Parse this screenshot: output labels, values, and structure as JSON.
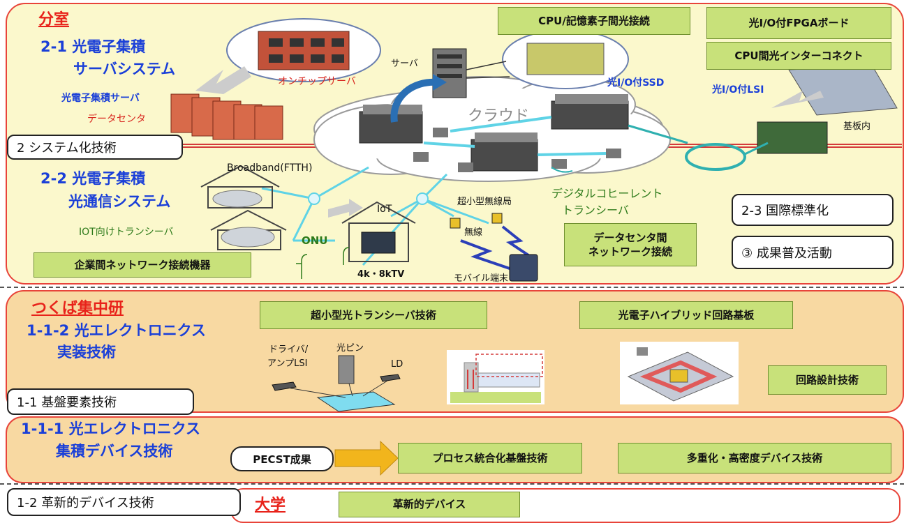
{
  "units": {
    "branch_title": "分室",
    "center_title": "つくば集中研",
    "univ_title": "大学"
  },
  "topics": {
    "t2_1_line1": "2-1  光電子集積",
    "t2_1_line2": "サーバシステム",
    "t2_2_line1": "2-2  光電子集積",
    "t2_2_line2": "光通信システム",
    "t1_1_2_line1": "1-1-2  光エレクトロニクス",
    "t1_1_2_line2": "実装技術",
    "t1_1_1_line1": "1-1-1  光エレクトロニクス",
    "t1_1_1_line2": "集積デバイス技術"
  },
  "category_boxes": {
    "system": "2  システム化技術",
    "base": "1-1  基盤要素技術",
    "innovative": "1-2  革新的デバイス技術",
    "standard": "2-3  国際標準化",
    "outreach": "③  成果普及活動",
    "pecst": "PECST成果"
  },
  "green_boxes": {
    "cpu_memory": "CPU/記憶素子間光接続",
    "fpga": "光I/O付FPGAボード",
    "cpu_interconnect": "CPU間光インターコネクト",
    "datacenter_network_1": "データセンタ間",
    "datacenter_network_2": "ネットワーク接続",
    "enterprise_network": "企業間ネットワーク接続機器",
    "micro_transceiver": "超小型光トランシーバ技術",
    "hybrid_board": "光電子ハイブリッド回路基板",
    "circuit_design": "回路設計技術",
    "process_integration": "プロセス統合化基盤技術",
    "multiplex": "多重化・高密度デバイス技術",
    "innovative_device": "革新的デバイス"
  },
  "labels": {
    "server": "サーバ",
    "onchip_server": "オンチップサーバ",
    "opto_server": "光電子集積サーバ",
    "datacenter": "データセンタ",
    "ssd": "光I/O付SSD",
    "lsi": "光I/O付LSI",
    "board_inside": "基板内",
    "cloud": "クラウド",
    "broadband": "Broadband(FTTH)",
    "iot": "IoT",
    "iot_transceiver": "IOT向けトランシーバ",
    "onu": "ONU",
    "tv": "4k・8kTV",
    "micro_base_station": "超小型無線局",
    "wireless": "無線",
    "mobile": "モバイル端末",
    "coherent_1": "デジタルコヒーレント",
    "coherent_2": "トランシーバ",
    "driver_1": "ドライバ/",
    "driver_2": "アンプLSI",
    "optical_pin": "光ピン",
    "ld": "LD"
  },
  "colors": {
    "panel_yellow": "#fbf8cc",
    "panel_orange": "#f8d9a2",
    "border_red": "#e8443a",
    "green_box": "#c8e17a",
    "title_blue": "#1a3fd8",
    "title_red": "#e8221a",
    "network_cyan": "#5fd3e6"
  }
}
